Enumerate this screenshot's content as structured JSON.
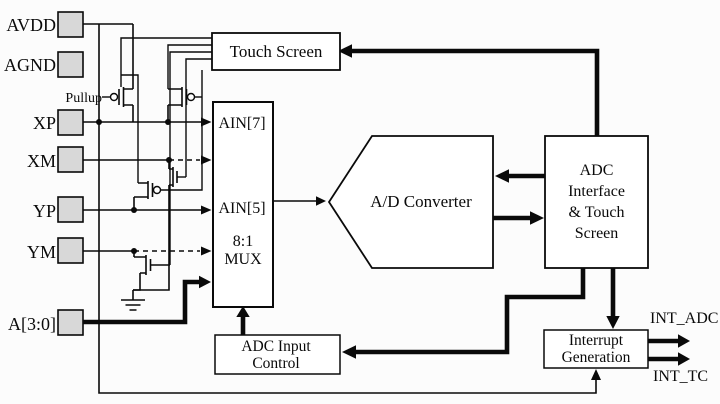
{
  "diagram": {
    "pins": [
      {
        "label": "AVDD"
      },
      {
        "label": "AGND"
      },
      {
        "label": "XP"
      },
      {
        "label": "XM"
      },
      {
        "label": "YP"
      },
      {
        "label": "YM"
      },
      {
        "label": "A[3:0]"
      }
    ],
    "pullup_label": "Pullup",
    "touch_screen": {
      "label": "Touch Screen"
    },
    "mux": {
      "top_channel": "AIN[7]",
      "mid_channel": "AIN[5]",
      "ratio": "8:1",
      "label": "MUX"
    },
    "adc": {
      "label": "A/D Converter"
    },
    "adc_interface": {
      "line1": "ADC",
      "line2": "Interface",
      "line3": "& Touch",
      "line4": "Screen"
    },
    "adc_input_control": {
      "line1": "ADC Input",
      "line2": "Control"
    },
    "interrupt_generation": {
      "line1": "Interrupt",
      "line2": "Generation"
    },
    "outputs": {
      "int_adc": "INT_ADC",
      "int_tc": "INT_TC"
    },
    "colors": {
      "pad_fill": "#d8d8d8",
      "line": "#0a0a0a",
      "background": "#fcfcfc"
    }
  }
}
